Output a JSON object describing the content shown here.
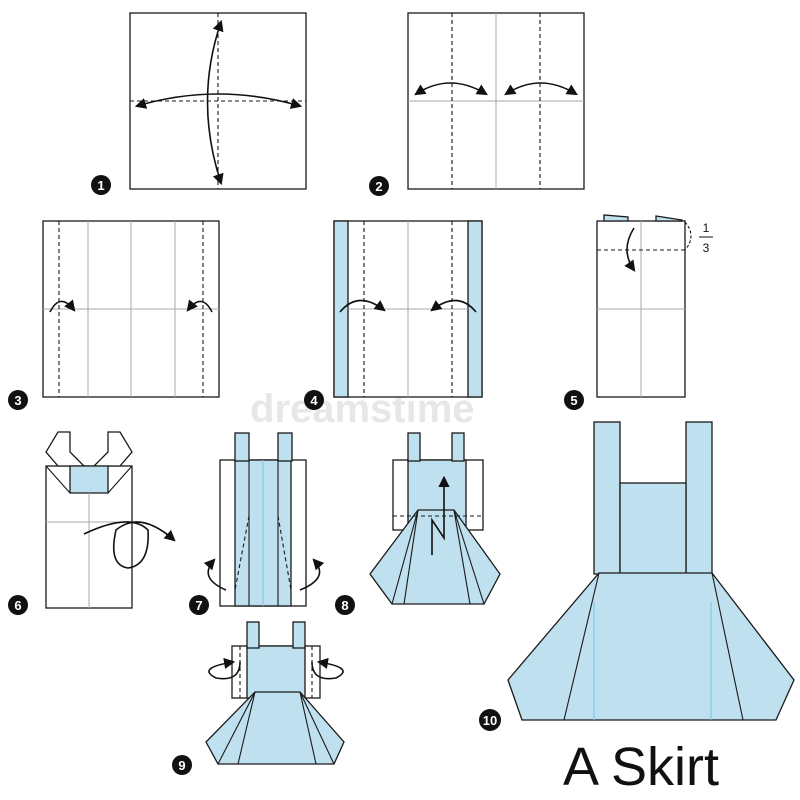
{
  "title": "A Skirt",
  "watermark": "dreamstime",
  "steps": [
    {
      "number": "1"
    },
    {
      "number": "2"
    },
    {
      "number": "3"
    },
    {
      "number": "4"
    },
    {
      "number": "5",
      "fraction": {
        "numerator": "1",
        "denominator": "3"
      }
    },
    {
      "number": "6"
    },
    {
      "number": "7"
    },
    {
      "number": "8"
    },
    {
      "number": "9"
    },
    {
      "number": "10"
    }
  ],
  "colors": {
    "paper_front": "#ffffff",
    "paper_back": "#bfe0ef",
    "outline": "#1a1a1a",
    "crease": "#a8a8a8",
    "badge": "#111111"
  }
}
